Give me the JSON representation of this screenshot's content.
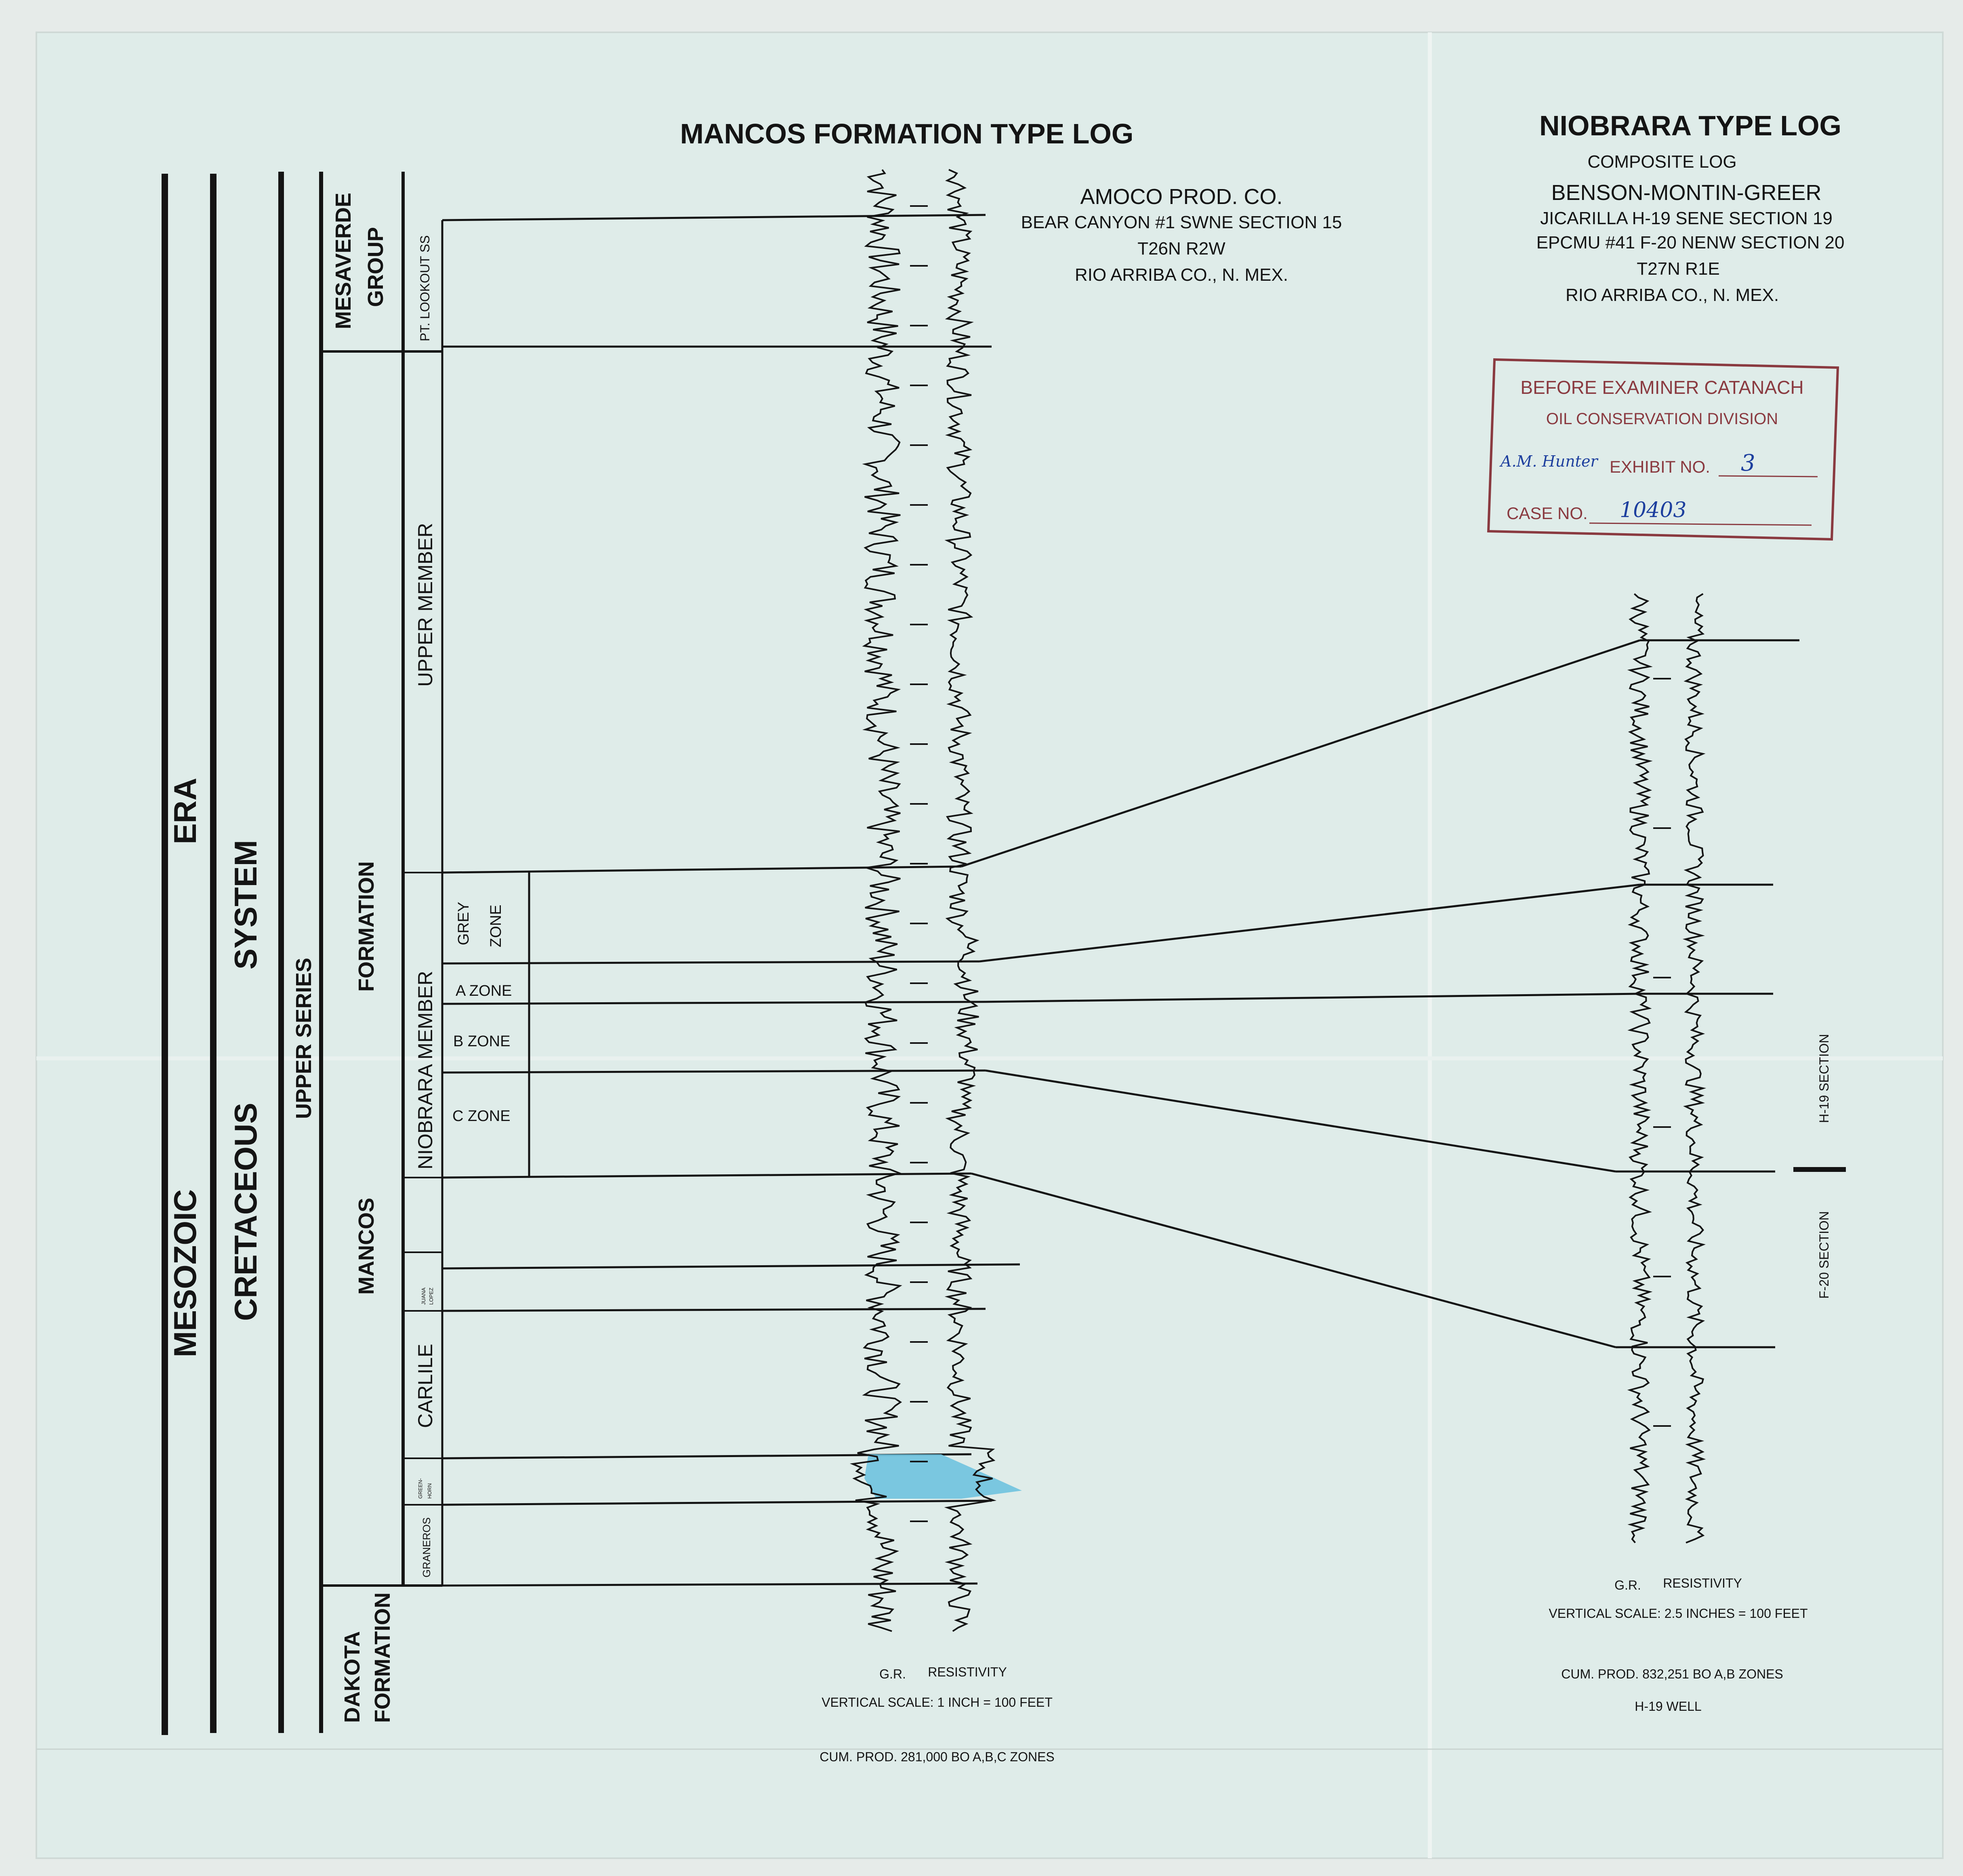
{
  "mancos": {
    "title": "MANCOS FORMATION TYPE LOG",
    "operator": "AMOCO PROD. CO.",
    "well": "BEAR CANYON #1 SWNE SECTION 15",
    "township": "T26N R2W",
    "county": "RIO ARRIBA CO., N. MEX.",
    "curve_gr": "G.R.",
    "curve_res": "RESISTIVITY",
    "scale": "VERTICAL SCALE: 1 INCH = 100 FEET",
    "cum_prod": "CUM. PROD. 281,000 BO A,B,C ZONES"
  },
  "niobrara": {
    "title": "NIOBRARA TYPE LOG",
    "subtitle": "COMPOSITE LOG",
    "field": "BENSON-MONTIN-GREER",
    "well1": "JICARILLA H-19 SENE SECTION 19",
    "well2": "EPCMU #41 F-20 NENW SECTION 20",
    "township": "T27N R1E",
    "county": "RIO ARRIBA CO., N. MEX.",
    "curve_gr": "G.R.",
    "curve_res": "RESISTIVITY",
    "scale": "VERTICAL SCALE: 2.5 INCHES = 100 FEET",
    "cum_prod": "CUM. PROD. 832,251 BO A,B ZONES",
    "well_note": "H-19 WELL",
    "section_upper": "H-19 SECTION",
    "section_lower": "F-20 SECTION"
  },
  "stamp": {
    "line1": "BEFORE EXAMINER CATANACH",
    "line2": "OIL CONSERVATION DIVISION",
    "exhibit_label": "EXHIBIT NO.",
    "exhibit_value": "3",
    "applicant": "A.M. Hunter",
    "case_label": "CASE NO.",
    "case_value": "10403"
  },
  "columns": {
    "era1": "MESOZOIC",
    "era2": "ERA",
    "system1": "CRETACEOUS",
    "system2": "SYSTEM",
    "series": "UPPER SERIES",
    "mesaverde": [
      "MESAVERDE",
      "GROUP"
    ],
    "mancos_formation": [
      "MANCOS",
      "FORMATION"
    ],
    "dakota": [
      "DAKOTA",
      "FORMATION"
    ],
    "pt_lookout": "PT. LOOKOUT SS",
    "upper_member": "UPPER MEMBER",
    "niobrara_member": "NIOBRARA MEMBER",
    "juana_lopez": [
      "JUANA",
      "LOPEZ"
    ],
    "carlile": "CARLILE",
    "greenhorn": [
      "GREEN-",
      "HORN"
    ],
    "graneros": "GRANEROS",
    "grey_zone": [
      "GREY",
      "ZONE"
    ],
    "a_zone": "A ZONE",
    "b_zone": "B ZONE",
    "c_zone": "C ZONE"
  },
  "colors": {
    "paper": "#dfece9",
    "ink": "#141414",
    "greenhorn_fill": "#6fc3df",
    "stamp": "#8a3a40",
    "handwriting": "#1d3f9e"
  }
}
